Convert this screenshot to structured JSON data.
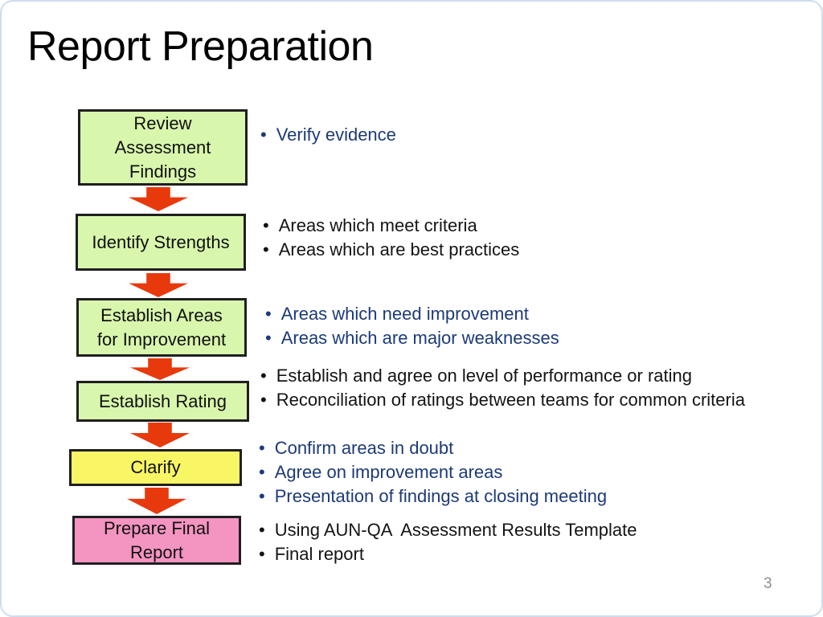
{
  "title": "Report Preparation",
  "page_number": "3",
  "glyphs": {
    "bullet": "•"
  },
  "colors": {
    "green_fill": "#d9f6ad",
    "yellow_fill": "#f9f666",
    "pink_fill": "#f494c1",
    "box_border": "#1f1f1f",
    "arrow_red": "#e8390d",
    "blue_text": "#1c3a78",
    "black_text": "#141414",
    "page_number_gray": "#909090"
  },
  "steps": [
    {
      "fill": "green",
      "lines": [
        "Review",
        "Assessment",
        "Findings"
      ]
    },
    {
      "fill": "green",
      "lines": [
        "Identify Strengths"
      ]
    },
    {
      "fill": "green",
      "lines": [
        "Establish Areas",
        "for Improvement"
      ]
    },
    {
      "fill": "green",
      "lines": [
        "Establish Rating"
      ]
    },
    {
      "fill": "yellow",
      "lines": [
        "Clarify"
      ]
    },
    {
      "fill": "pink",
      "lines": [
        "Prepare Final",
        "Report"
      ]
    }
  ],
  "notes": [
    {
      "color": "blue",
      "items": [
        "Verify evidence"
      ]
    },
    {
      "color": "black",
      "items": [
        "Areas which meet criteria",
        "Areas which are best practices"
      ]
    },
    {
      "color": "blue",
      "items": [
        "Areas which need improvement",
        "Areas which are major weaknesses"
      ]
    },
    {
      "color": "black",
      "items": [
        "Establish and agree on level of performance or rating",
        "Reconciliation of ratings between teams for common criteria"
      ]
    },
    {
      "color": "blue",
      "items": [
        "Confirm areas in doubt",
        "Agree on improvement areas",
        "Presentation of findings at closing meeting"
      ]
    },
    {
      "color": "black",
      "items": [
        "Using AUN-QA  Assessment Results Template",
        "Final report"
      ]
    }
  ]
}
